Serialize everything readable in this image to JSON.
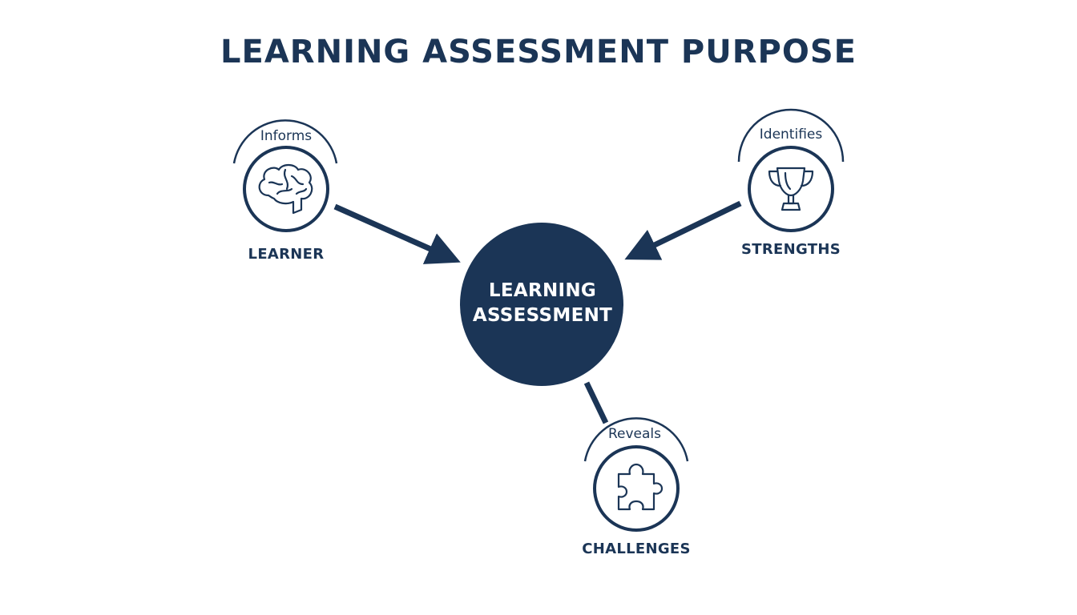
{
  "title": "LEARNING ASSESSMENT PURPOSE",
  "center": {
    "line1": "LEARNING",
    "line2": "ASSESSMENT"
  },
  "nodes": [
    {
      "label": "LEARNER",
      "relation": "Informs",
      "icon": "brain-icon"
    },
    {
      "label": "STRENGTHS",
      "relation": "Identifies",
      "icon": "trophy-icon"
    },
    {
      "label": "CHALLENGES",
      "relation": "Reveals",
      "icon": "puzzle-piece-icon"
    }
  ],
  "colors": {
    "primary": "#1b3556",
    "background": "#ffffff",
    "center_text": "#ffffff"
  }
}
